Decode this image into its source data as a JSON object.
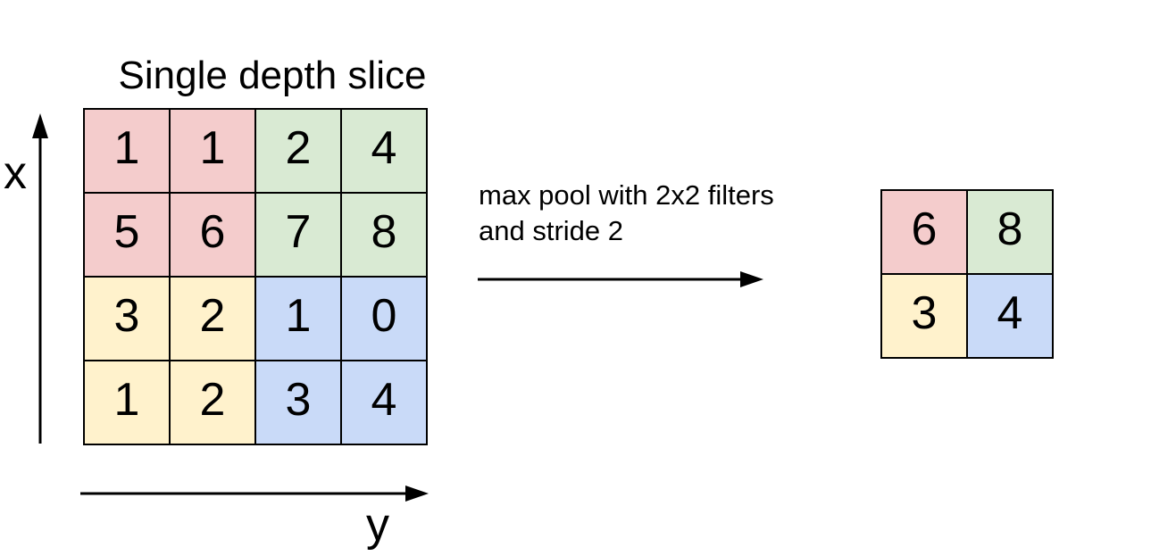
{
  "title": "Single depth slice",
  "axes": {
    "x_label": "x",
    "y_label": "y"
  },
  "operation": {
    "line1": "max pool with 2x2 filters",
    "line2": "and stride 2"
  },
  "colors": {
    "pink": "#f4cccc",
    "green": "#d9ead3",
    "yellow": "#fff2cc",
    "blue": "#c9daf8",
    "border": "#000000",
    "background": "#ffffff"
  },
  "input_grid": {
    "rows": 4,
    "cols": 4,
    "cells": [
      {
        "value": "1",
        "color": "pink"
      },
      {
        "value": "1",
        "color": "pink"
      },
      {
        "value": "2",
        "color": "green"
      },
      {
        "value": "4",
        "color": "green"
      },
      {
        "value": "5",
        "color": "pink"
      },
      {
        "value": "6",
        "color": "pink"
      },
      {
        "value": "7",
        "color": "green"
      },
      {
        "value": "8",
        "color": "green"
      },
      {
        "value": "3",
        "color": "yellow"
      },
      {
        "value": "2",
        "color": "yellow"
      },
      {
        "value": "1",
        "color": "blue"
      },
      {
        "value": "0",
        "color": "blue"
      },
      {
        "value": "1",
        "color": "yellow"
      },
      {
        "value": "2",
        "color": "yellow"
      },
      {
        "value": "3",
        "color": "blue"
      },
      {
        "value": "4",
        "color": "blue"
      }
    ]
  },
  "output_grid": {
    "rows": 2,
    "cols": 2,
    "cells": [
      {
        "value": "6",
        "color": "pink"
      },
      {
        "value": "8",
        "color": "green"
      },
      {
        "value": "3",
        "color": "yellow"
      },
      {
        "value": "4",
        "color": "blue"
      }
    ]
  }
}
